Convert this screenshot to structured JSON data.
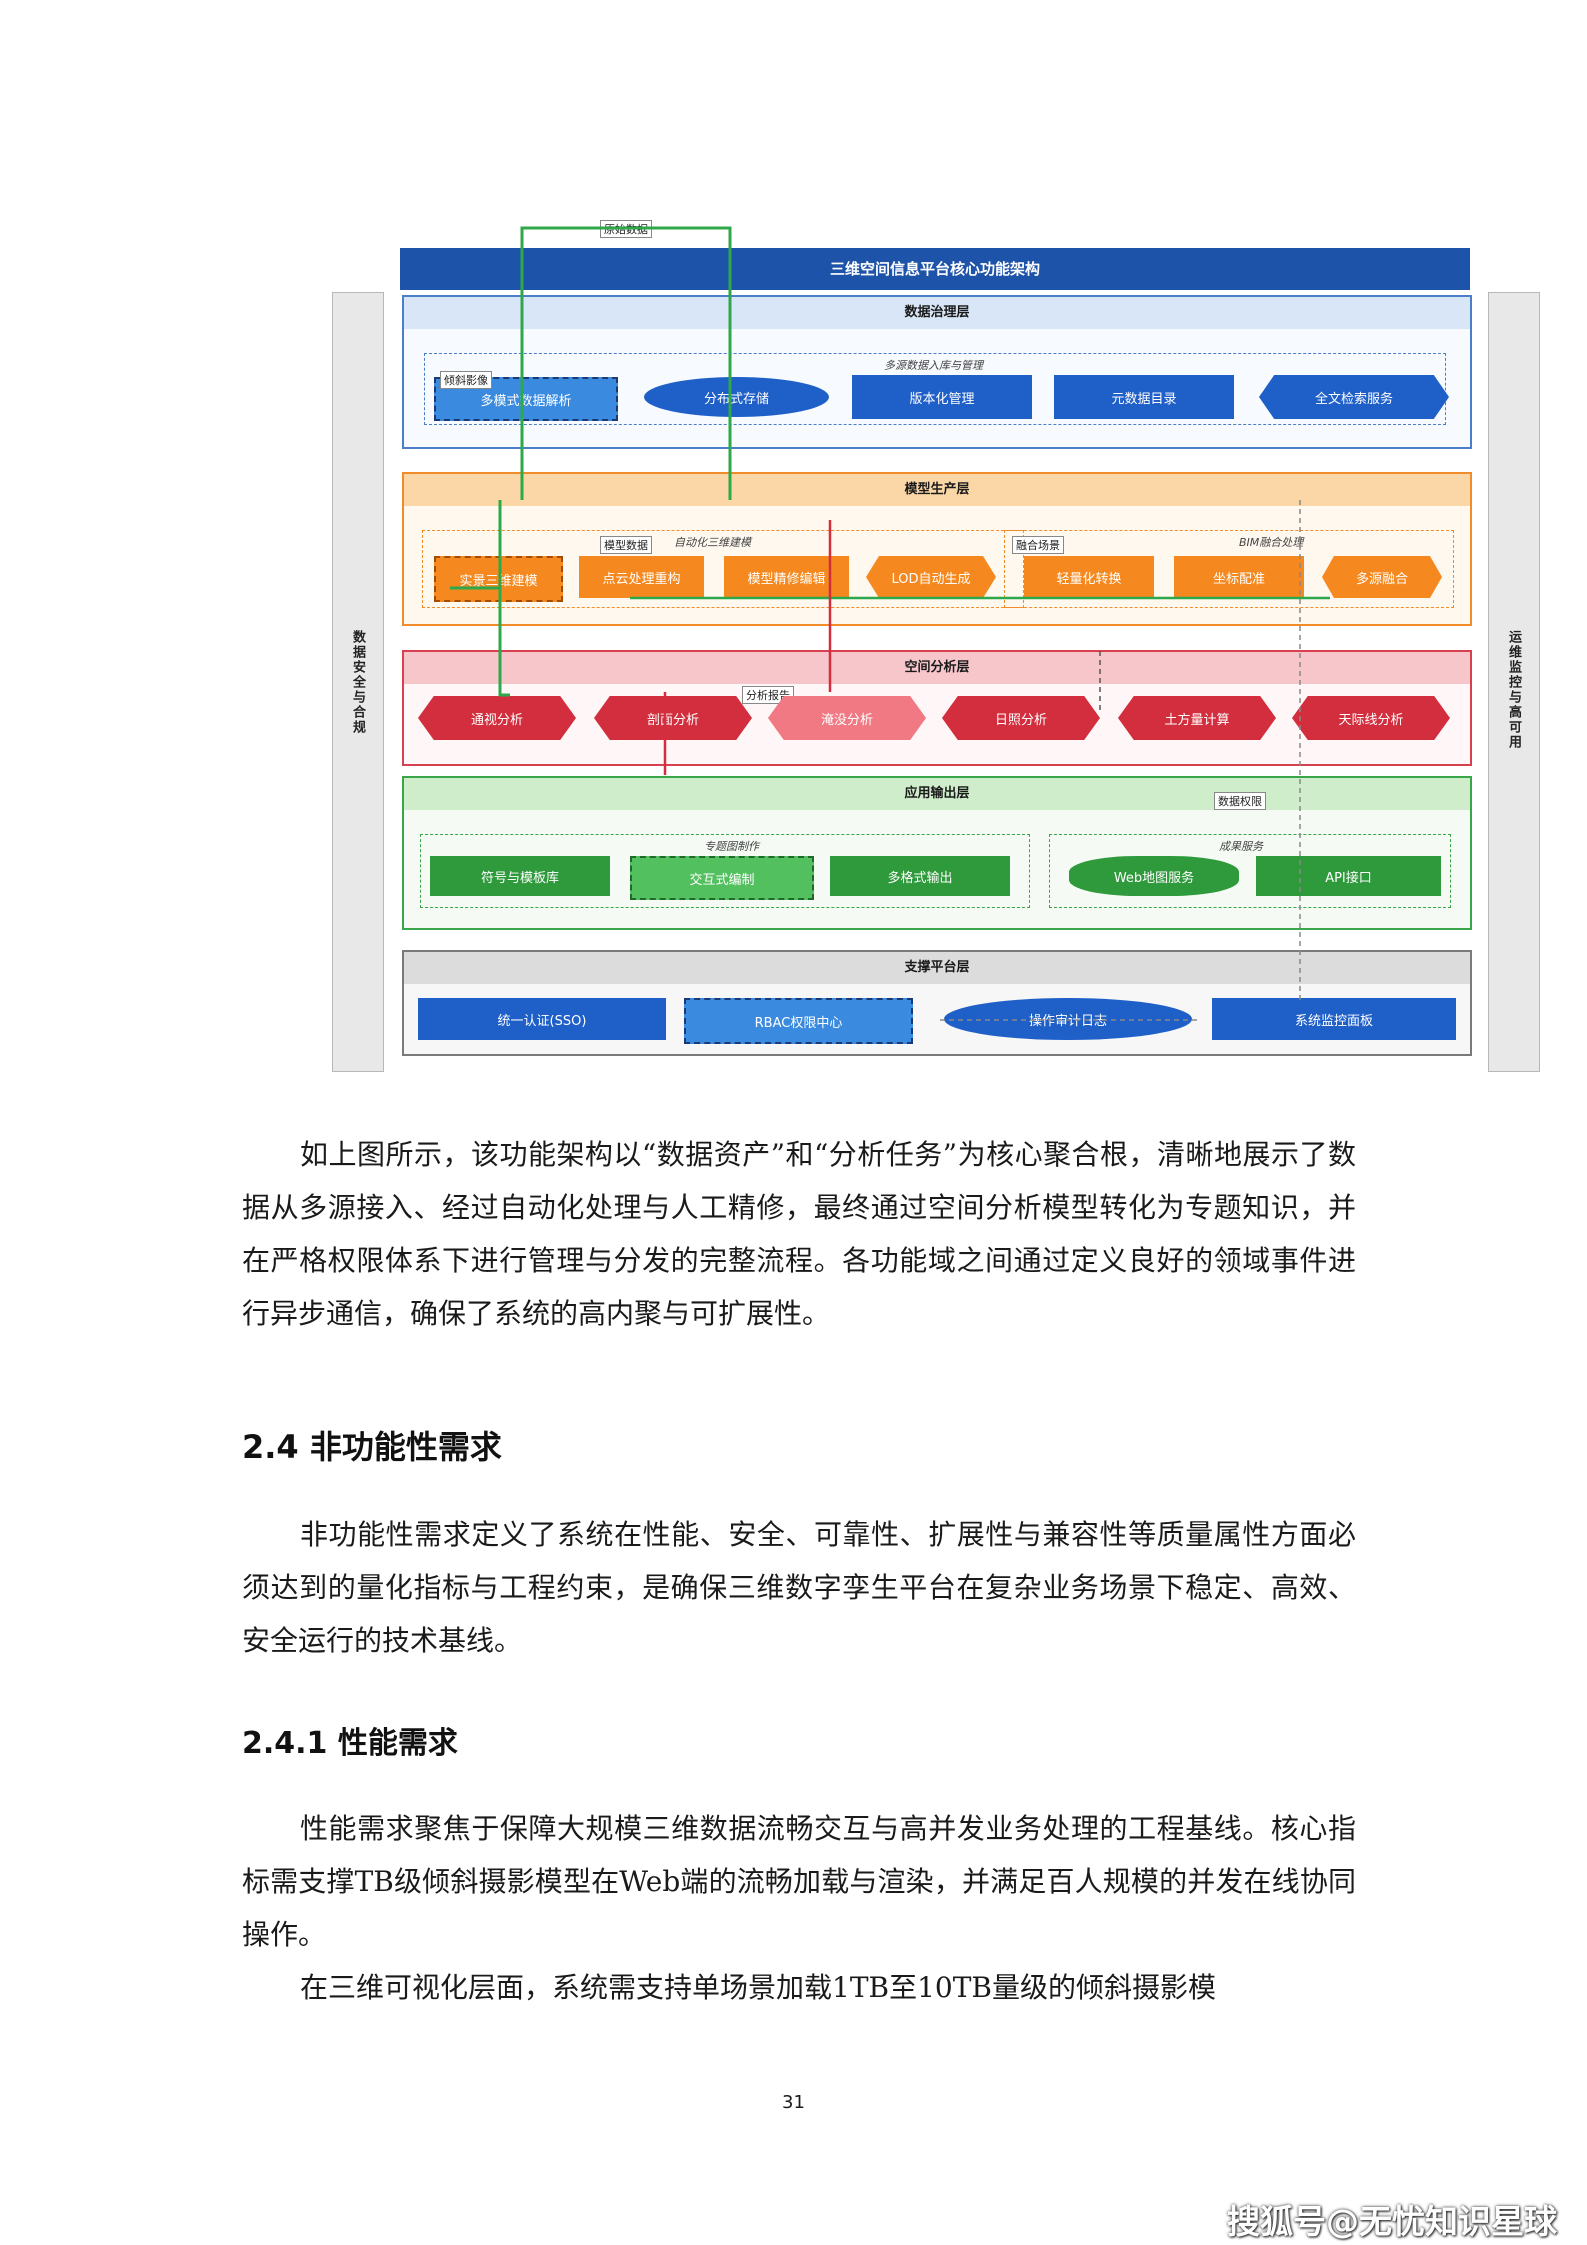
{
  "diagram": {
    "title": "三维空间信息平台核心功能架构",
    "left_bar": "数据安全与合规",
    "right_bar": "运维监控与高可用",
    "top_tag": "原始数据",
    "layers": {
      "governance": {
        "title": "数据治理层",
        "group_label": "多源数据入库与管理",
        "tag": "倾斜影像",
        "items": [
          "多模式数据解析",
          "分布式存储",
          "版本化管理",
          "元数据目录",
          "全文检索服务"
        ]
      },
      "model": {
        "title": "模型生产层",
        "group1_label": "自动化三维建模",
        "group1_tag": "模型数据",
        "group2_label": "BIM融合处理",
        "group2_tag": "融合场景",
        "items": [
          "实景三维建模",
          "点云处理重构",
          "模型精修编辑",
          "LOD自动生成",
          "轻量化转换",
          "坐标配准",
          "多源融合"
        ]
      },
      "analysis": {
        "title": "空间分析层",
        "tag": "分析报告",
        "items": [
          "通视分析",
          "剖面分析",
          "淹没分析",
          "日照分析",
          "土方量计算",
          "天际线分析"
        ]
      },
      "output": {
        "title": "应用输出层",
        "tag": "数据权限",
        "group1_label": "专题图制作",
        "group2_label": "成果服务",
        "items": [
          "符号与模板库",
          "交互式编制",
          "多格式输出",
          "Web地图服务",
          "API接口"
        ]
      },
      "support": {
        "title": "支撑平台层",
        "items": [
          "统一认证(SSO)",
          "RBAC权限中心",
          "操作审计日志",
          "系统监控面板"
        ]
      }
    }
  },
  "body": {
    "para1": "如上图所示，该功能架构以“数据资产”和“分析任务”为核心聚合根，清晰地展示了数据从多源接入、经过自动化处理与人工精修，最终通过空间分析模型转化为专题知识，并在严格权限体系下进行管理与分发的完整流程。各功能域之间通过定义良好的领域事件进行异步通信，确保了系统的高内聚与可扩展性。",
    "h24": "2.4 非功能性需求",
    "para2": "非功能性需求定义了系统在性能、安全、可靠性、扩展性与兼容性等质量属性方面必须达到的量化指标与工程约束，是确保三维数字孪生平台在复杂业务场景下稳定、高效、安全运行的技术基线。",
    "h241": "2.4.1 性能需求",
    "para3": "性能需求聚焦于保障大规模三维数据流畅交互与高并发业务处理的工程基线。核心指标需支撑TB级倾斜摄影模型在Web端的流畅加载与渲染，并满足百人规模的并发在线协同操作。",
    "para4": "在三维可视化层面，系统需支持单场景加载1TB至10TB量级的倾斜摄影模"
  },
  "page_number": "31",
  "footer_mark": "搜狐号@无忧知识星球"
}
